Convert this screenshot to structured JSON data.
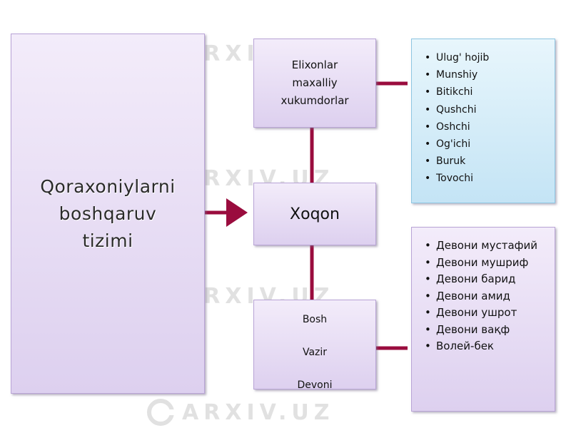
{
  "watermark": {
    "text": "ARXIV.UZ"
  },
  "colors": {
    "connector": "#9a0c3e",
    "box_fill_top": "#f3ecfa",
    "box_fill_bottom": "#ddd0ef",
    "blue_fill_top": "#e8f6fc",
    "blue_fill_bottom": "#c4e4f5"
  },
  "diagram": {
    "main_box": {
      "lines": [
        "Qoraxoniylarni",
        "boshqaruv",
        "tizimi"
      ]
    },
    "ilk_box": {
      "lines": [
        "Elixonlar",
        "maxalliy",
        "xukumdorlar"
      ]
    },
    "xoqon_box": {
      "label": "Xoqon"
    },
    "bosh_box": {
      "lines": [
        "Bosh",
        "Vazir",
        "Devoni"
      ]
    },
    "top_list": {
      "items": [
        "Ulug' hojib",
        "Munshiy",
        "Bitikchi",
        "Qushchi",
        "Oshchi",
        "Og'ichi",
        "Buruk",
        "Tovochi"
      ]
    },
    "bottom_list": {
      "items": [
        "Девони мустафий",
        "Девони мушриф",
        "Девони барид",
        "Девони амид",
        "Девони ушрот",
        "Девони вақф",
        "Волей-бек"
      ]
    }
  }
}
